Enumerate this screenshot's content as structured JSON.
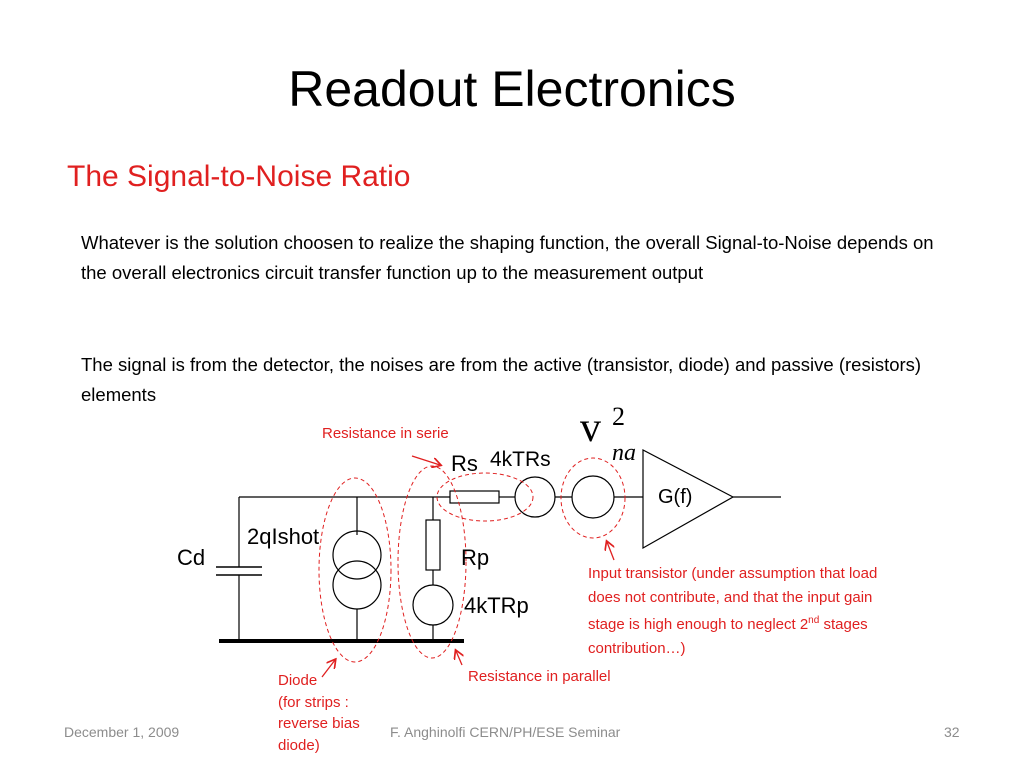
{
  "slide": {
    "title": "Readout Electronics",
    "subtitle": "The Signal-to-Noise Ratio",
    "paragraph1": "Whatever is the solution choosen to realize the shaping function, the overall Signal-to-Noise depends on the overall electronics circuit transfer function up to the measurement output",
    "paragraph2": "The signal is from the detector, the noises are from the active (transistor, diode) and passive (resistors) elements"
  },
  "diagram": {
    "labels": {
      "rs": "Rs",
      "noise_rs": "4kTRs",
      "cd": "Cd",
      "noise_shot": "2qIshot",
      "rp": "Rp",
      "noise_rp": "4kTRp",
      "amplifier": "G(f)",
      "vna_base": "v",
      "vna_sup": "2",
      "vna_sub": "na"
    },
    "annotations": {
      "serie": "Resistance in serie",
      "parallel": "Resistance in parallel",
      "input_line1": "Input transistor (under assumption that load",
      "input_line2": "does not contribute, and that the input  gain",
      "input_line3_a": "stage is high enough to neglect 2",
      "input_line3_sup": "nd",
      "input_line3_b": " stages",
      "input_line4": "contribution…)",
      "diode_line1": "Diode",
      "diode_line2": "(for strips :",
      "diode_line3": "reverse bias",
      "diode_line4": "diode)"
    },
    "colors": {
      "annotation": "#e02020",
      "wire": "#000000",
      "footer": "#8c8c8c"
    }
  },
  "footer": {
    "date": "December 1, 2009",
    "center": "F. Anghinolfi CERN/PH/ESE Seminar",
    "page": "32"
  }
}
